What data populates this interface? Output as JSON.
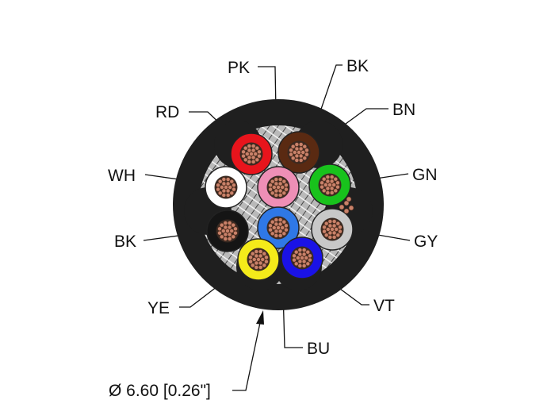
{
  "diagram": {
    "labels": {
      "pk": "PK",
      "bk_top": "BK",
      "rd": "RD",
      "bn": "BN",
      "wh": "WH",
      "gn": "GN",
      "bk_left": "BK",
      "gy": "GY",
      "ye": "YE",
      "vt": "VT",
      "bu": "BU"
    },
    "dimension": "Ø 6.60 [0.26\"]",
    "colors": {
      "jacket": "#1f1f1f",
      "shield": "#8a8a8a",
      "copper": "#c9826a",
      "red": "#e8141c",
      "brown": "#5a2a12",
      "pink": "#ee8fb6",
      "white": "#ffffff",
      "green": "#18c21c",
      "black": "#151515",
      "blue": "#2f78e6",
      "grey": "#c8c8c8",
      "yellow": "#f4ea1a",
      "violet": "#1a12e6"
    }
  }
}
